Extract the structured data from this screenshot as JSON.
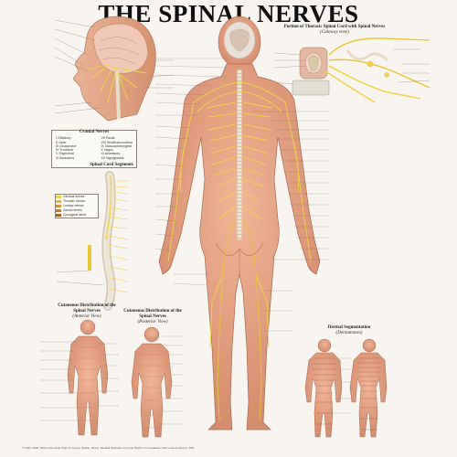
{
  "poster": {
    "title": "THE SPINAL NERVES",
    "panels": {
      "thoracic_cord": {
        "title": "Portion of Thoracic Spinal Cord with Spinal Nerves",
        "subtitle": "(Cutaway view)"
      },
      "cranial_nerves": {
        "title": "Cranial Nerves",
        "items_left": [
          "I  Olfactory",
          "II  Optic",
          "III  Oculomotor",
          "IV  Trochlear",
          "V  Trigeminal",
          "VI  Abducens"
        ],
        "items_right": [
          "VII  Facial",
          "VIII  Vestibulocochlear",
          "IX  Glossopharyngeal",
          "X  Vagus",
          "XI  Accessory",
          "XII  Hypoglossal"
        ]
      },
      "spinal_cord_segments": {
        "title": "Spinal Cord Segments",
        "legend": [
          "Cervical nerves",
          "Thoracic nerves",
          "Lumbar nerves",
          "Sacral nerves",
          "Coccygeal nerve"
        ]
      },
      "cutaneous_front": {
        "title": "Cutaneous Distribution of the Spinal Nerves",
        "subtitle": "(Anterior View)"
      },
      "cutaneous_back": {
        "title": "Cutaneous Distribution of the Spinal Nerves",
        "subtitle": "(Posterior View)"
      },
      "dermal": {
        "title": "Dermal Segmentation",
        "subtitle": "(Dermatomes)"
      }
    },
    "colors": {
      "skin": "#e7a585",
      "skin_shadow": "#c97a5c",
      "nerve": "#f1d24a",
      "nerve_dark": "#c9a52a",
      "spine": "#e9e2d0",
      "label_line": "#7a6f66"
    },
    "footer": "© 1994, 2000, 2002  Anatomical Chart Company, Skokie, Illinois. Medical illustration by Peter Bachin in consultation with Leslie Anderson, PhD"
  }
}
